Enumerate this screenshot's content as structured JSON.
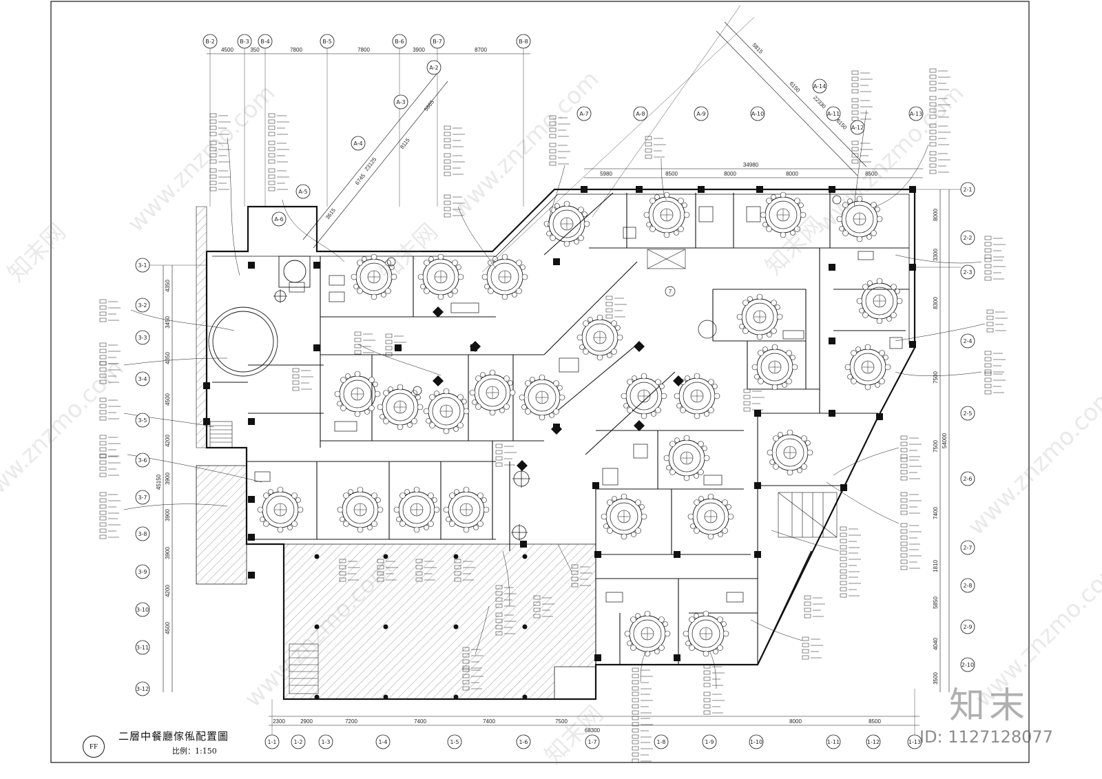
{
  "drawing": {
    "title": "二層中餐廳傢俬配置圖",
    "scale_label": "比例：1:150",
    "badge": "FF",
    "top_dims": [
      "4500",
      "350",
      "7800",
      "7800",
      "3900",
      "8700"
    ],
    "top_right_dims": [
      "5980",
      "8500",
      "8000",
      "8000",
      "8500"
    ],
    "top_right_total": "34980",
    "bottom_dims": [
      "2300",
      "2900",
      "7200",
      "7400",
      "7400",
      "7500",
      "8000",
      "8500"
    ],
    "bottom_total": "68300",
    "left_dims": [
      "4350",
      "3450",
      "4350",
      "4500",
      "4200",
      "3900",
      "3900",
      "3900",
      "4200",
      "4500"
    ],
    "left_total": "45150",
    "right_dims": [
      "8000",
      "3300",
      "8300",
      "7500",
      "7500",
      "7400",
      "1810",
      "5850",
      "4040",
      "3500"
    ],
    "right_total": "54000",
    "diag_dims": [
      "5865",
      "8115",
      "23125",
      "6745",
      "3615",
      "5815",
      "6150",
      "22330",
      "6150"
    ],
    "room_number": "7"
  },
  "top_grid": [
    "B-2",
    "B-3",
    "B-4",
    "B-5",
    "B-6",
    "B-7",
    "B-8"
  ],
  "angled_grid": [
    "A-2",
    "A-3",
    "A-4",
    "A-5",
    "A-6",
    "A-7",
    "A-8",
    "A-9",
    "A-10",
    "A-11",
    "A-12",
    "A-13",
    "A-14"
  ],
  "left_grid": [
    "3-1",
    "3-2",
    "3-3",
    "3-4",
    "3-5",
    "3-6",
    "3-7",
    "3-8",
    "3-9",
    "3-10",
    "3-11",
    "3-12"
  ],
  "right_grid": [
    "2-1",
    "2-2",
    "2-3",
    "2-4",
    "2-5",
    "2-6",
    "2-7",
    "2-8",
    "2-9",
    "2-10"
  ],
  "bottom_grid": [
    "1-1",
    "1-2",
    "1-3",
    "1-4",
    "1-5",
    "1-6",
    "1-7",
    "1-8",
    "1-9",
    "1-10",
    "1-11",
    "1-12",
    "1-13"
  ],
  "watermark": {
    "brand": "知末",
    "site": "www.znzmo.com",
    "site_cn": "知末网",
    "image_id": "ID: 1127128077"
  },
  "colors": {
    "line": "#111111",
    "hatch": "#555555",
    "watermark": "#9a9a9a"
  }
}
